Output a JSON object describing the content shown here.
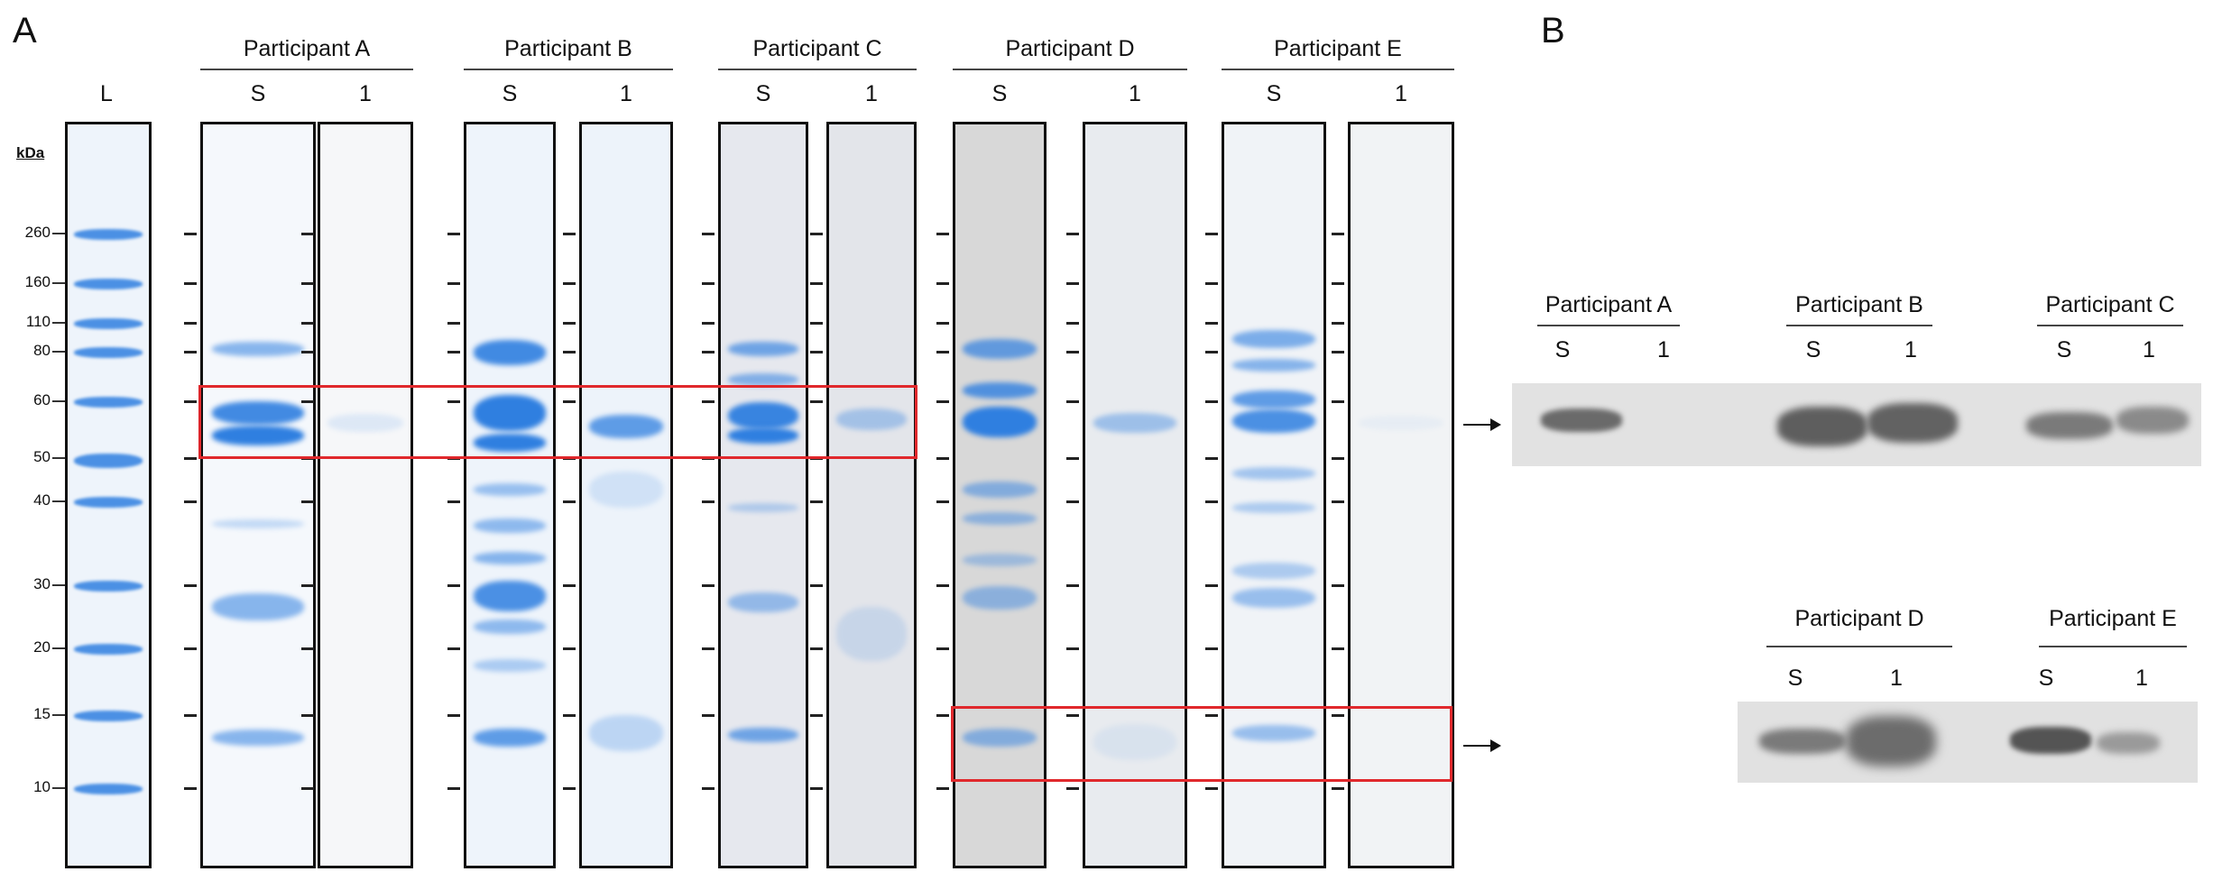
{
  "panel_a": {
    "letter": "A",
    "ladder_label": "L",
    "kda_unit": "kDa",
    "ladder_markers": [
      "260",
      "160",
      "110",
      "80",
      "60",
      "50",
      "40",
      "30",
      "20",
      "15",
      "10"
    ],
    "participants": [
      {
        "name": "Participant A",
        "lanes": [
          "S",
          "1"
        ]
      },
      {
        "name": "Participant B",
        "lanes": [
          "S",
          "1"
        ]
      },
      {
        "name": "Participant C",
        "lanes": [
          "S",
          "1"
        ]
      },
      {
        "name": "Participant D",
        "lanes": [
          "S",
          "1"
        ]
      },
      {
        "name": "Participant E",
        "lanes": [
          "S",
          "1"
        ]
      }
    ]
  },
  "panel_b": {
    "letter": "B",
    "top_row": [
      {
        "name": "Participant A",
        "lanes": [
          "S",
          "1"
        ]
      },
      {
        "name": "Participant B",
        "lanes": [
          "S",
          "1"
        ]
      },
      {
        "name": "Participant C",
        "lanes": [
          "S",
          "1"
        ]
      }
    ],
    "bottom_row": [
      {
        "name": "Participant D",
        "lanes": [
          "S",
          "1"
        ]
      },
      {
        "name": "Participant E",
        "lanes": [
          "S",
          "1"
        ]
      }
    ]
  },
  "colors": {
    "band": "#2f7fe0",
    "highlight_box": "#e0282c",
    "lane_border": "#111111"
  }
}
